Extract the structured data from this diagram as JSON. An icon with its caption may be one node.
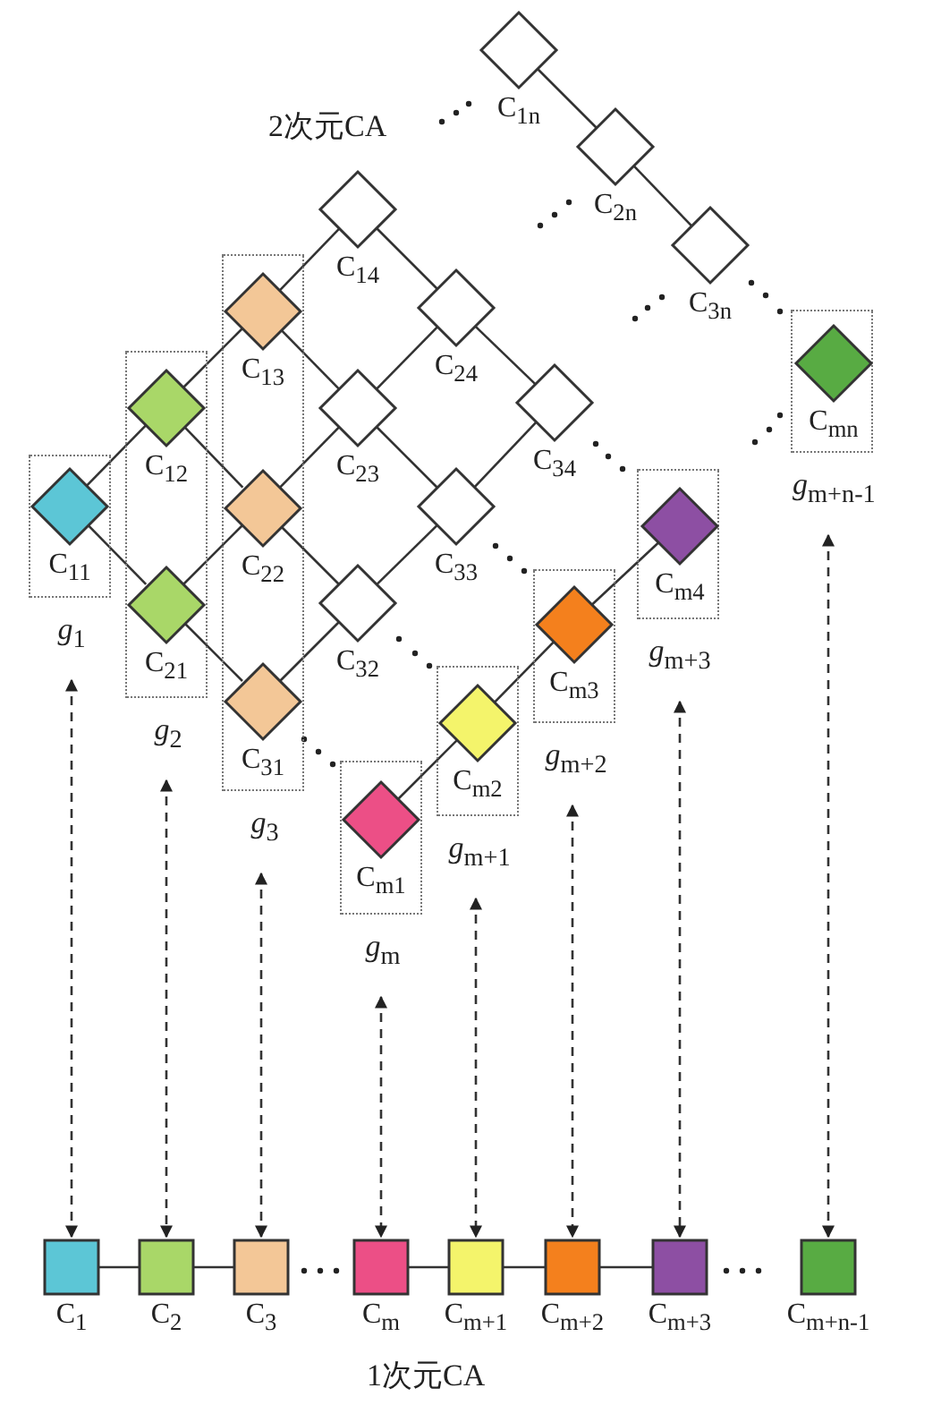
{
  "diagram": {
    "nodes": [
      {
        "text": [
          "*g*$_{1}$"
        ]
      },
      {
        "text": [
          "C$_{11}$"
        ],
        "in": 0
      },
      {
        "text": [
          "*g*$_{2}$"
        ]
      },
      {
        "text": [
          "C$_{12}$"
        ],
        "in": 2
      },
      {
        "text": [
          "C$_{21}$"
        ],
        "in": 2
      },
      {
        "text": [
          "*g*$_{3}$"
        ]
      },
      {
        "text": [
          "C$_{13}$"
        ],
        "in": 5
      },
      {
        "text": [
          "C$_{22}$"
        ],
        "in": 5
      },
      {
        "text": [
          "C$_{31}$"
        ],
        "in": 5
      },
      {
        "text": [
          "C$_{14}$"
        ]
      },
      {
        "text": [
          "C$_{23}$"
        ]
      },
      {
        "text": [
          "C$_{32}$"
        ]
      },
      {
        "text": [
          "C$_{24}$"
        ]
      },
      {
        "text": [
          "C$_{33}$"
        ]
      },
      {
        "text": [
          "C$_{34}$"
        ]
      },
      {
        "text": [
          "*g*$_{m}$"
        ]
      },
      {
        "text": [
          "C$_{m1}$"
        ],
        "in": 15
      },
      {
        "text": [
          "*g*$_{m+1}$"
        ]
      },
      {
        "text": [
          "C$_{m2}$"
        ],
        "in": 17
      },
      {
        "text": [
          "*g*$_{m+2}$"
        ]
      },
      {
        "text": [
          "C$_{m3}$"
        ],
        "in": 19
      },
      {
        "text": [
          "*g*$_{m+3}$"
        ]
      },
      {
        "text": [
          "C$_{m4}$"
        ],
        "in": 21
      },
      {
        "text": [
          "C$_{1n}$"
        ]
      },
      {
        "text": [
          "C$_{2n}$"
        ]
      },
      {
        "text": [
          "C$_{3n}$"
        ]
      },
      {
        "text": [
          "*g*$_{m+n-1}$"
        ]
      },
      {
        "text": [
          "C$_{mn}$"
        ],
        "in": 26
      },
      {
        "text": [
          "C$_{1}$"
        ]
      },
      {
        "text": [
          "C$_{2}$"
        ]
      },
      {
        "text": [
          "C$_{3}$"
        ]
      },
      {
        "text": [
          "C$_{m}$"
        ]
      },
      {
        "text": [
          "C$_{m+1}$"
        ]
      },
      {
        "text": [
          "C$_{m+2}$"
        ]
      },
      {
        "text": [
          "C$_{m+3}$"
        ]
      },
      {
        "text": [
          "C$_{m+n-1}$"
        ]
      }
    ],
    "edges": [
      {
        "from": 1,
        "to": 3,
        "arrow": "none"
      },
      {
        "from": 1,
        "to": 4,
        "arrow": "none"
      },
      {
        "from": 3,
        "to": 6,
        "arrow": "none"
      },
      {
        "from": 3,
        "to": 7,
        "arrow": "none"
      },
      {
        "from": 4,
        "to": 7,
        "arrow": "none"
      },
      {
        "from": 4,
        "to": 8,
        "arrow": "none"
      },
      {
        "from": 6,
        "to": 9,
        "arrow": "none"
      },
      {
        "from": 6,
        "to": 10,
        "arrow": "none"
      },
      {
        "from": 7,
        "to": 10,
        "arrow": "none"
      },
      {
        "from": 7,
        "to": 11,
        "arrow": "none"
      },
      {
        "from": 8,
        "to": 11,
        "arrow": "none"
      },
      {
        "from": 9,
        "to": 12,
        "arrow": "none"
      },
      {
        "from": 10,
        "to": 12,
        "arrow": "none"
      },
      {
        "from": 10,
        "to": 13,
        "arrow": "none"
      },
      {
        "from": 11,
        "to": 13,
        "arrow": "none"
      },
      {
        "from": 12,
        "to": 14,
        "arrow": "none"
      },
      {
        "from": 13,
        "to": 14,
        "arrow": "none"
      },
      {
        "from": 16,
        "to": 18,
        "arrow": "none"
      },
      {
        "from": 18,
        "to": 20,
        "arrow": "none"
      },
      {
        "from": 20,
        "to": 22,
        "arrow": "none"
      },
      {
        "from": 23,
        "to": 24,
        "arrow": "none"
      },
      {
        "from": 24,
        "to": 25,
        "arrow": "none"
      },
      {
        "from": 28,
        "to": 29,
        "arrow": "none"
      },
      {
        "from": 29,
        "to": 30,
        "arrow": "none"
      },
      {
        "from": 31,
        "to": 32,
        "arrow": "none"
      },
      {
        "from": 32,
        "to": 33,
        "arrow": "none"
      },
      {
        "from": 33,
        "to": 34,
        "arrow": "none"
      },
      {
        "from": 0,
        "to": 28,
        "arrow": "both",
        "style": "dashed"
      },
      {
        "from": 2,
        "to": 29,
        "arrow": "both",
        "style": "dashed"
      },
      {
        "from": 5,
        "to": 30,
        "arrow": "both",
        "style": "dashed"
      },
      {
        "from": 15,
        "to": 31,
        "arrow": "both",
        "style": "dashed"
      },
      {
        "from": 17,
        "to": 32,
        "arrow": "both",
        "style": "dashed"
      },
      {
        "from": 19,
        "to": 33,
        "arrow": "both",
        "style": "dashed"
      },
      {
        "from": 21,
        "to": 34,
        "arrow": "both",
        "style": "dashed"
      },
      {
        "from": 26,
        "to": 35,
        "arrow": "both",
        "style": "dashed"
      }
    ],
    "labels": [
      "2次元CA",
      "1次元CA"
    ]
  }
}
